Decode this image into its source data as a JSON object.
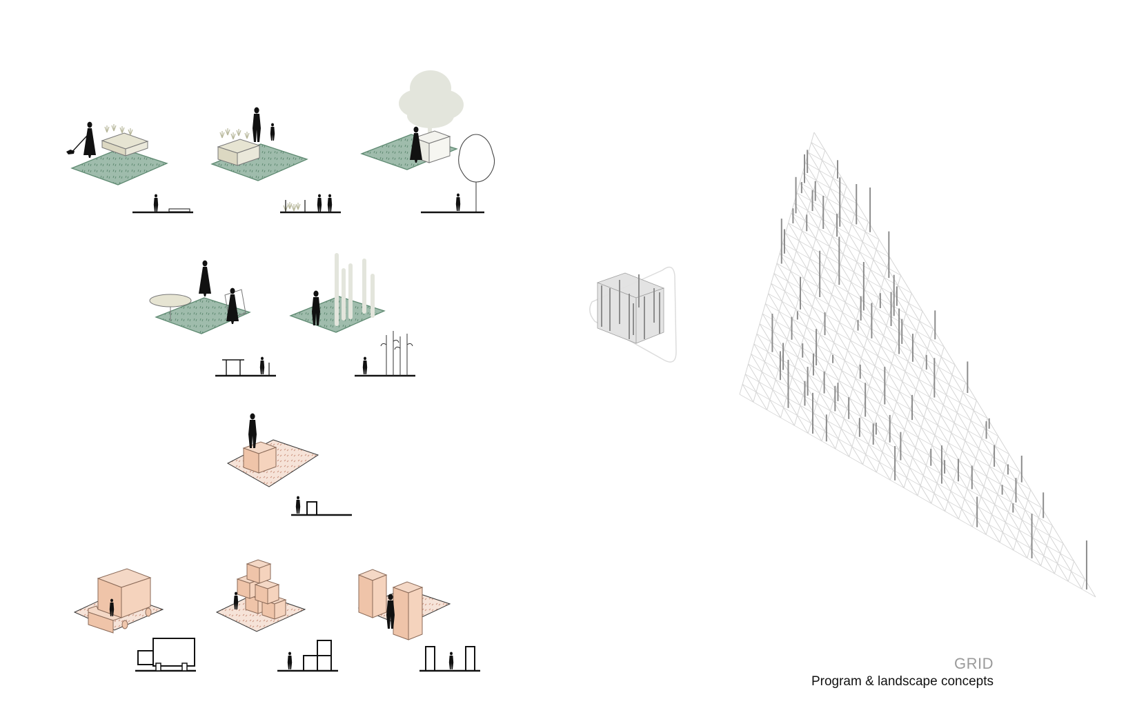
{
  "caption": {
    "title": "GRID",
    "subtitle": "Program & landscape concepts"
  },
  "colors": {
    "landscape_tile": "#9fbcac",
    "landscape_tile_edge": "#5f8a72",
    "program_tile": "#f6e3d8",
    "program_box": "#f0c7ad",
    "program_box_edge": "#8a6a58",
    "silhouette": "#111111",
    "tree": "#e3e5dc",
    "grid_line": "#d5d5d5",
    "pole": "#8c8c8c"
  },
  "vignettes": {
    "landscape": [
      {
        "label": "walk-dog-planter"
      },
      {
        "label": "family-reed-bench"
      },
      {
        "label": "tree-bench"
      },
      {
        "label": "cafe-table"
      },
      {
        "label": "bamboo-garden"
      }
    ],
    "program": [
      {
        "label": "kiosk"
      },
      {
        "label": "truck"
      },
      {
        "label": "stacked-boxes"
      },
      {
        "label": "tall-boxes"
      }
    ]
  }
}
